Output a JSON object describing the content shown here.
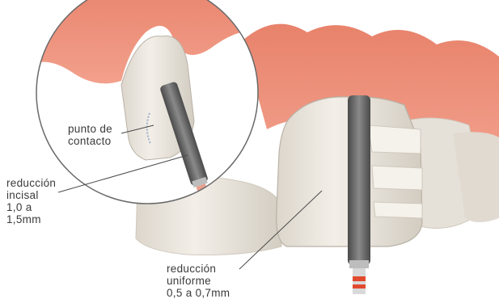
{
  "labels": {
    "contact_point": [
      "punto de",
      "contacto"
    ],
    "incisal_reduction": [
      "reducción",
      "incisal",
      "1,0 a",
      "1,5mm"
    ],
    "uniform_reduction": [
      "reducción",
      "uniforme",
      "0,5 a 0,7mm"
    ]
  },
  "colors": {
    "gum": "#e8826b",
    "gum_dark": "#d4614a",
    "tooth": "#ece7df",
    "tooth_shadow": "#c9c3b8",
    "bur": "#6b6b6b",
    "bur_band": "#e24a2e",
    "leader_line": "#4a4a4a"
  }
}
